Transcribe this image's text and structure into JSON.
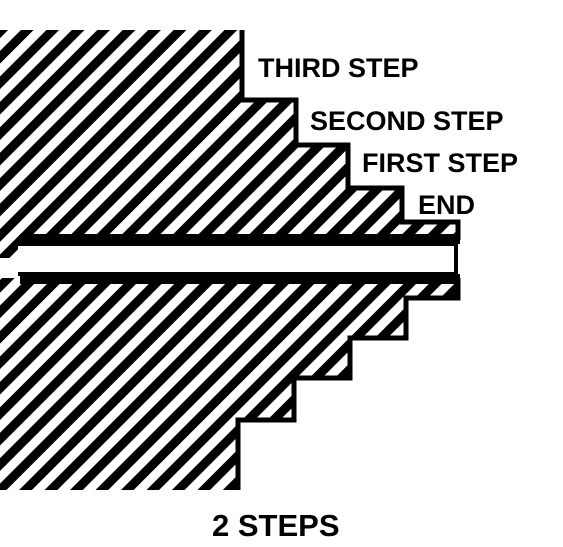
{
  "labels": {
    "third_step": "THIRD STEP",
    "second_step": "SECOND STEP",
    "first_step": "FIRST STEP",
    "end": "END"
  },
  "caption": "2 STEPS",
  "colors": {
    "ink": "#000000",
    "paper": "#ffffff"
  }
}
